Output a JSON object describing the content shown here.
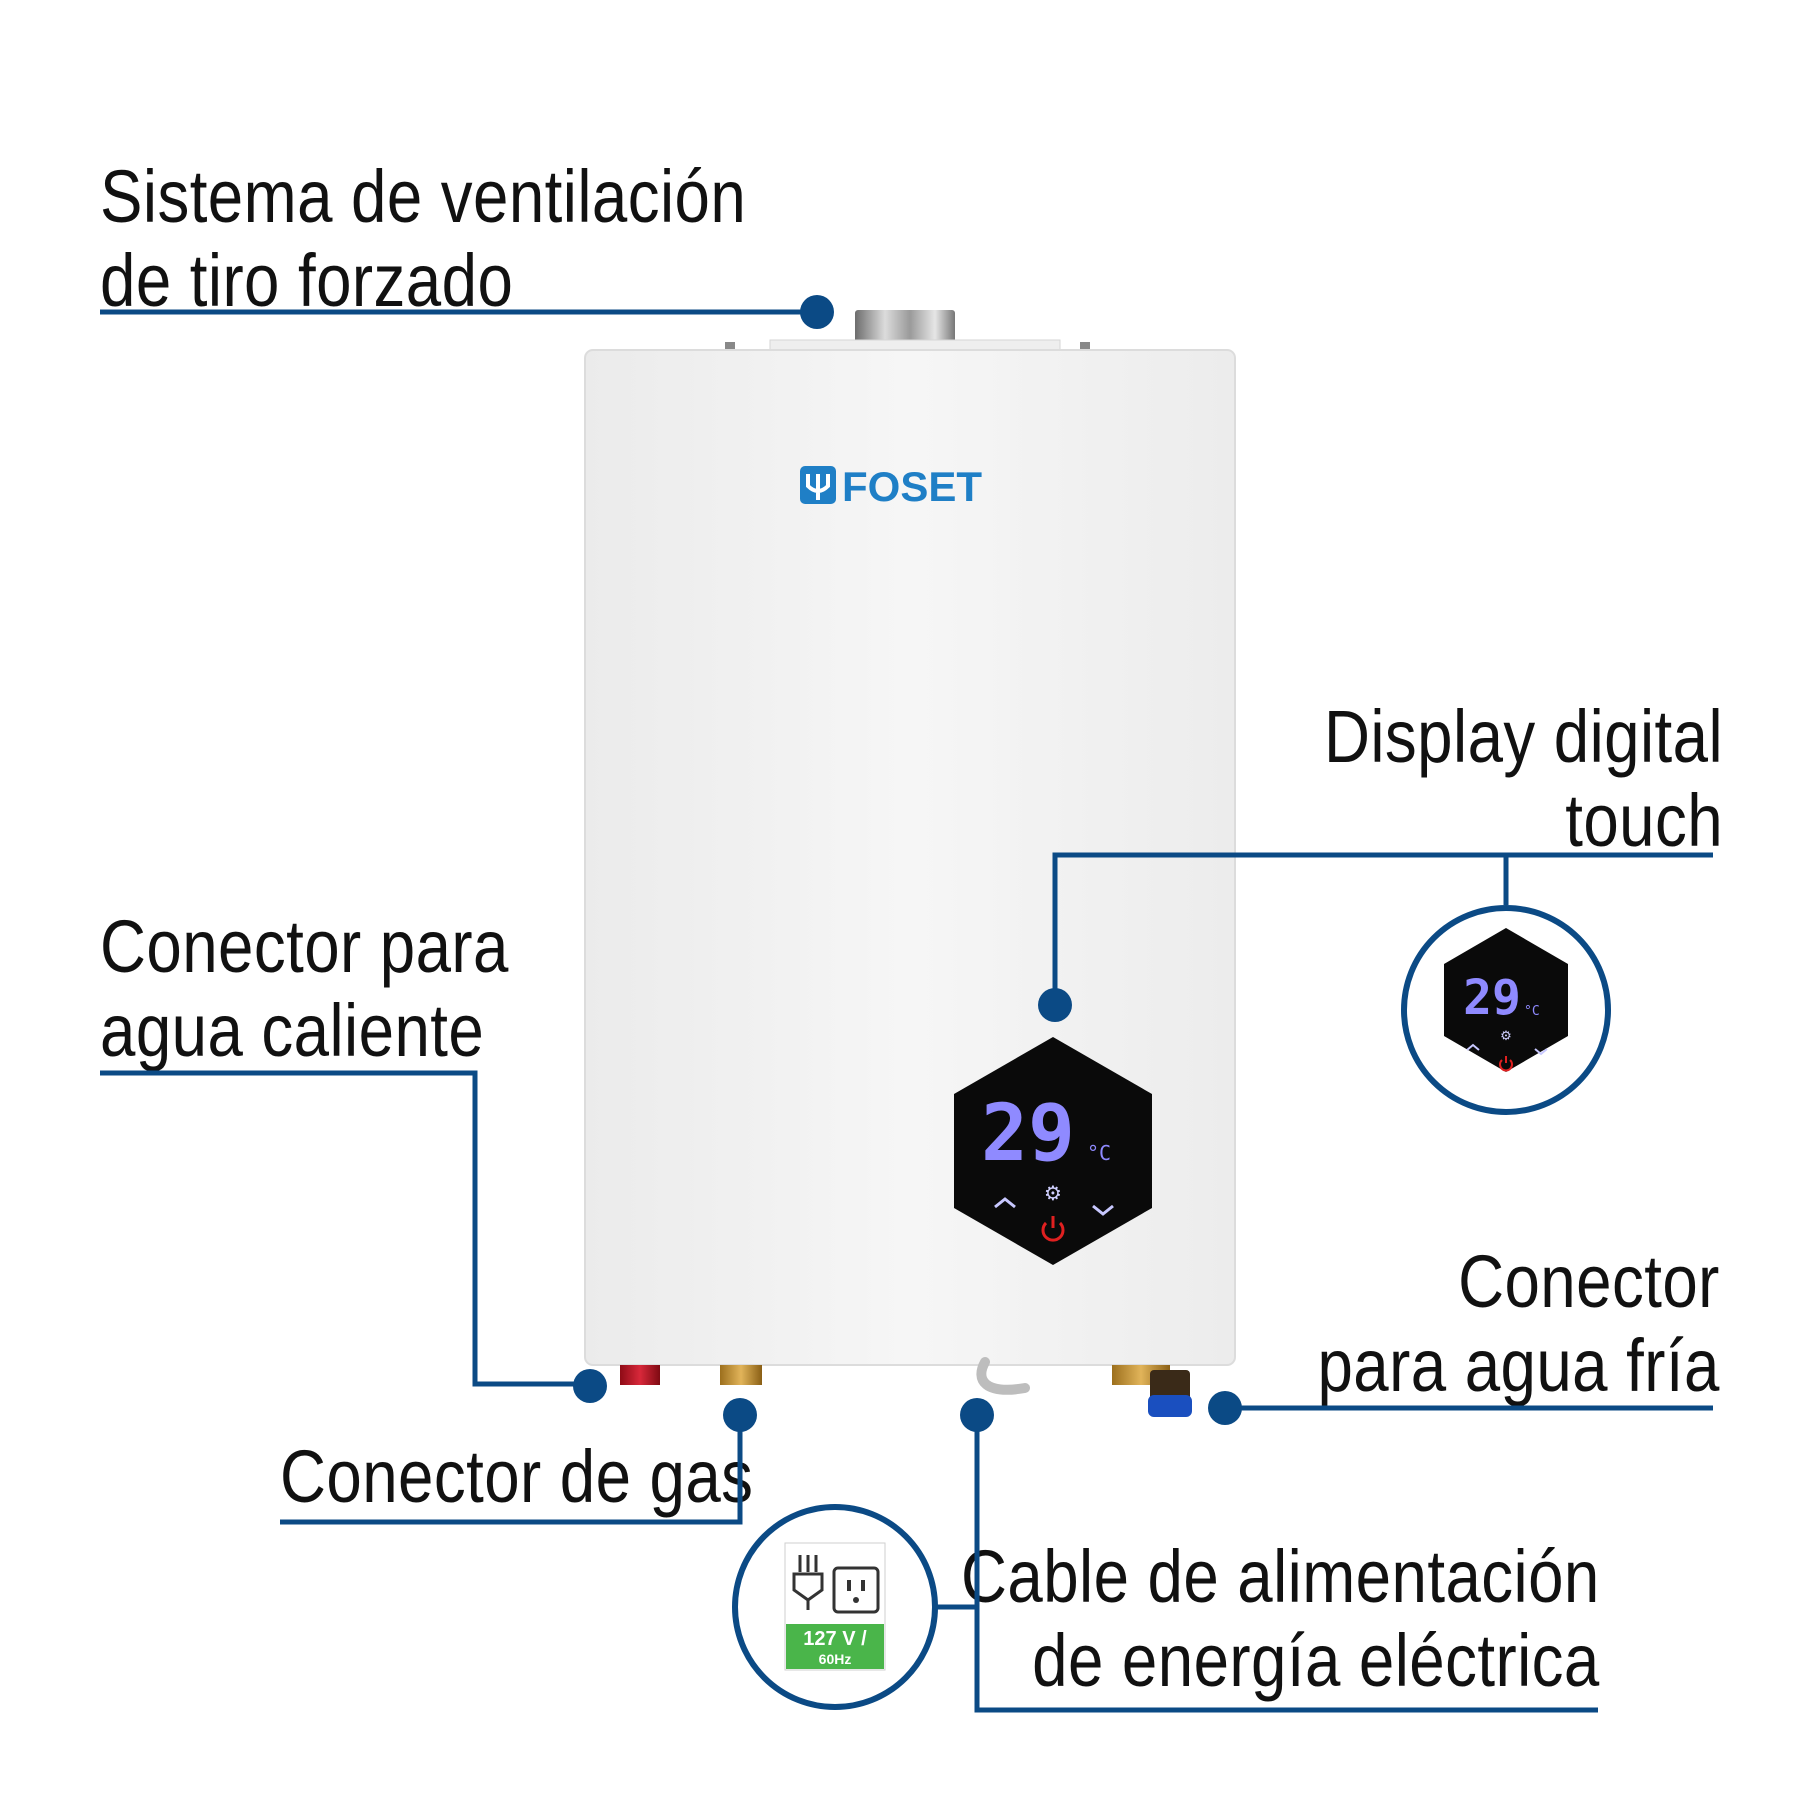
{
  "colors": {
    "callout_line": "#0b4a85",
    "heater_body": "#f2f2f2",
    "brand_blue": "#1f7fc6",
    "display_digits": "#8f8aff",
    "power_red": "#e02020",
    "voltage_badge": "#4ab54a"
  },
  "brand": {
    "name": "FOSET"
  },
  "display": {
    "temperature": "29",
    "unit": "°C"
  },
  "callouts": {
    "vent": {
      "line1": "Sistema de ventilación",
      "line2": "de tiro forzado"
    },
    "display": {
      "line1": "Display digital",
      "line2": "touch"
    },
    "hot_water": {
      "line1": "Conector para",
      "line2": "agua caliente"
    },
    "cold_water": {
      "line1": "Conector",
      "line2": "para agua fría"
    },
    "gas": {
      "line1": "Conector de gas"
    },
    "power": {
      "line1": "Cable de alimentación",
      "line2": "de energía eléctrica"
    }
  },
  "power_badge": {
    "voltage": "127 V /",
    "frequency": "60Hz"
  }
}
